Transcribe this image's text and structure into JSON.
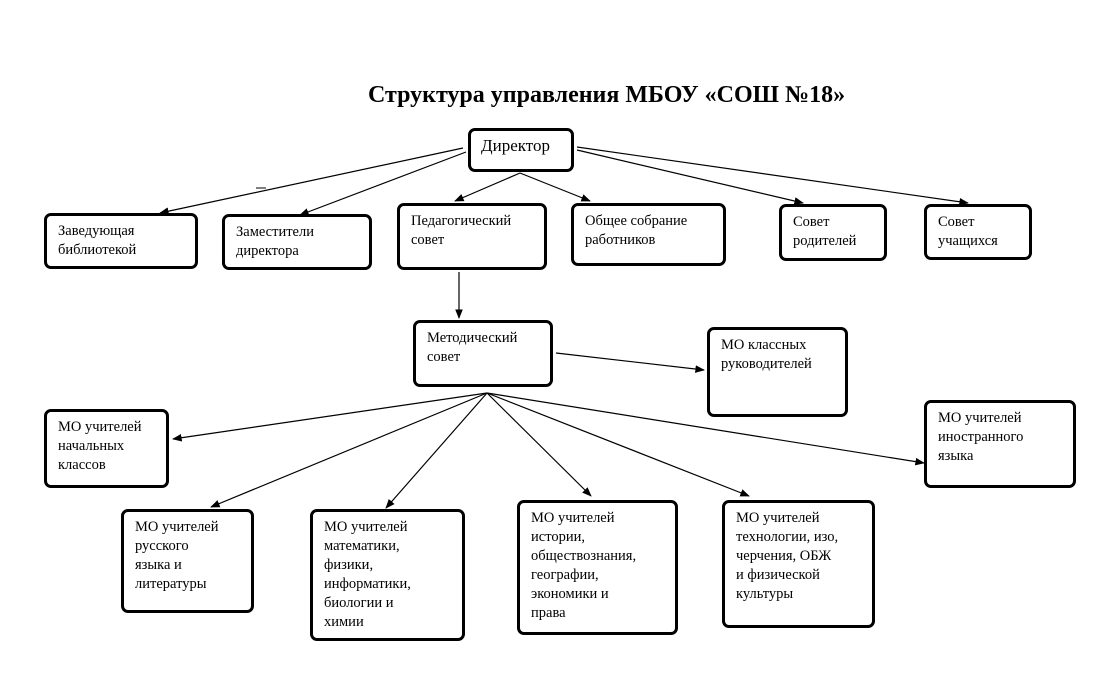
{
  "title": "Структура управления МБОУ «СОШ №18»",
  "nodes": {
    "director": "Директор",
    "library": "Заведующая\nбиблиотекой",
    "deputies": "Заместители\nдиректора",
    "ped_council": "Педагогический\nсовет",
    "staff_meeting": "Общее собрание\nработников",
    "parents_council": "Совет\nродителей",
    "students_council": "Совет\nучащихся",
    "method_council": "Методический\nсовет",
    "mo_class_teachers": "МО классных\nруководителей",
    "mo_primary": "МО учителей\nначальных\nклассов",
    "mo_russian": "МО учителей\nрусского\nязыка и\nлитературы",
    "mo_math": "МО учителей\nматематики,\nфизики,\nинформатики,\nбиологии и\nхимии",
    "mo_history": "МО учителей\nистории,\nобществознания,\nгеографии,\nэкономики и\nправа",
    "mo_technology": "МО учителей\nтехнологии, изо,\nчерчения, ОБЖ\nи физической\nкультуры",
    "mo_foreign": "МО учителей\nиностранного\nязыка"
  }
}
